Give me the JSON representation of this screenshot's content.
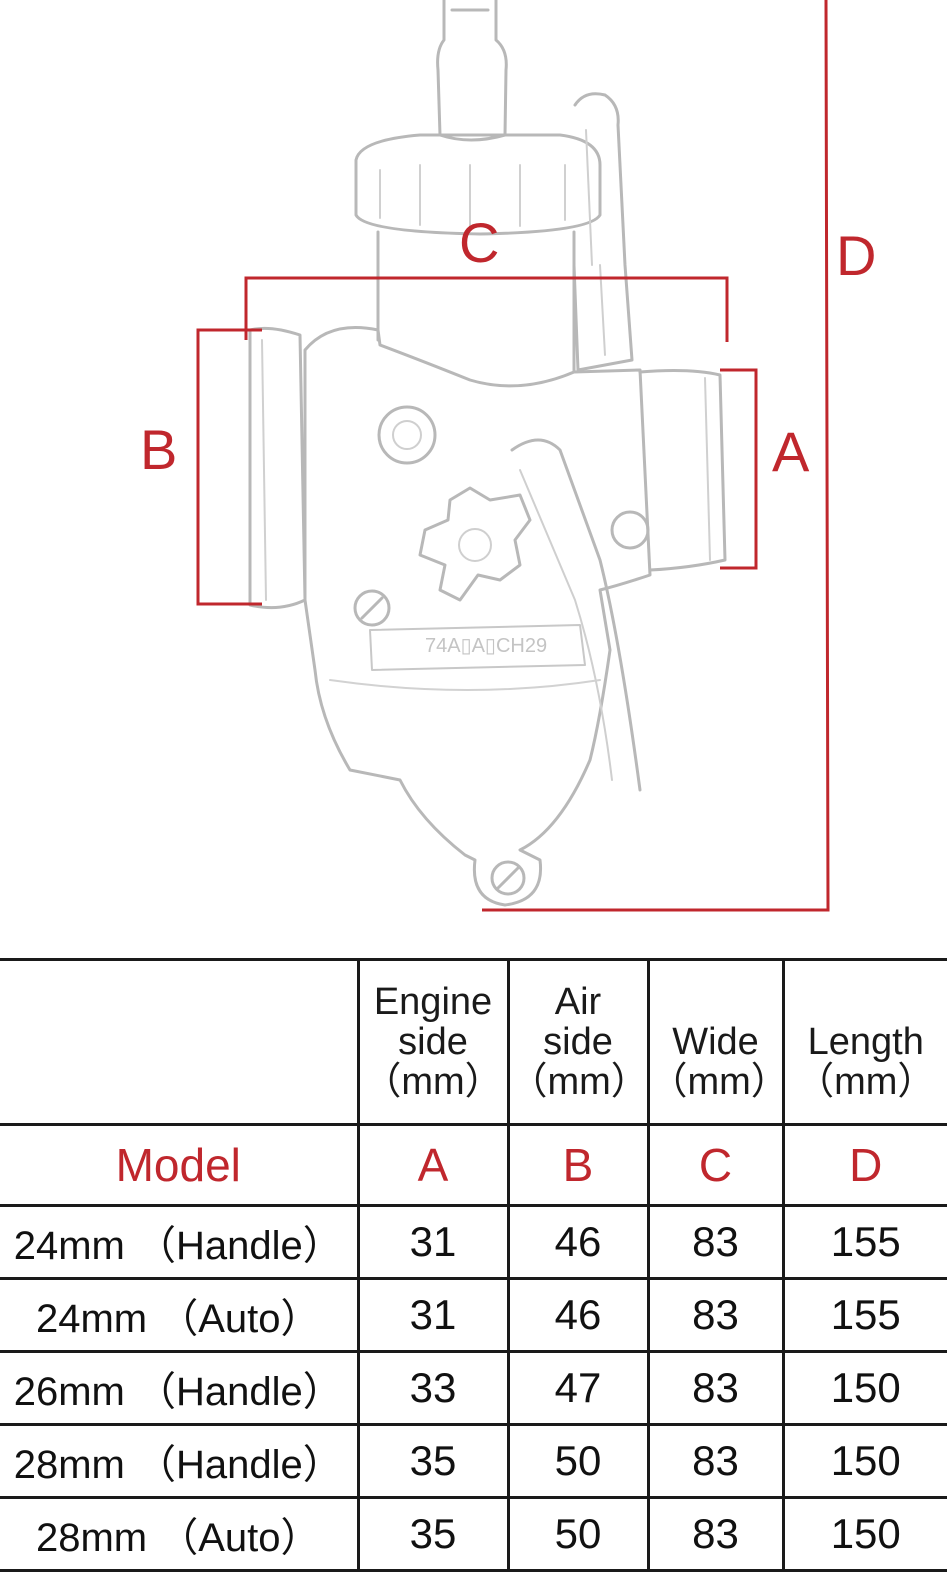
{
  "diagram": {
    "labels": {
      "a": "A",
      "b": "B",
      "c": "C",
      "d": "D"
    },
    "accent_color": "#c0272d",
    "embossed_text": "74A|A|CH29"
  },
  "table": {
    "headers": [
      {
        "line1": "",
        "line2": "",
        "unit": ""
      },
      {
        "line1": "Engine",
        "line2": "side",
        "unit": "（mm）"
      },
      {
        "line1": "Air",
        "line2": "side",
        "unit": "（mm）"
      },
      {
        "line1": "Wide",
        "line2": "",
        "unit": "（mm）"
      },
      {
        "line1": "Length",
        "line2": "",
        "unit": "（mm）"
      }
    ],
    "code_row": [
      "Model",
      "A",
      "B",
      "C",
      "D"
    ],
    "rows": [
      {
        "model": "24mm （Handle）",
        "a": "31",
        "b": "46",
        "c": "83",
        "d": "155"
      },
      {
        "model": "24mm （Auto）",
        "a": "31",
        "b": "46",
        "c": "83",
        "d": "155"
      },
      {
        "model": "26mm （Handle）",
        "a": "33",
        "b": "47",
        "c": "83",
        "d": "150"
      },
      {
        "model": "28mm （Handle）",
        "a": "35",
        "b": "50",
        "c": "83",
        "d": "150"
      },
      {
        "model": "28mm （Auto）",
        "a": "35",
        "b": "50",
        "c": "83",
        "d": "150"
      }
    ]
  }
}
